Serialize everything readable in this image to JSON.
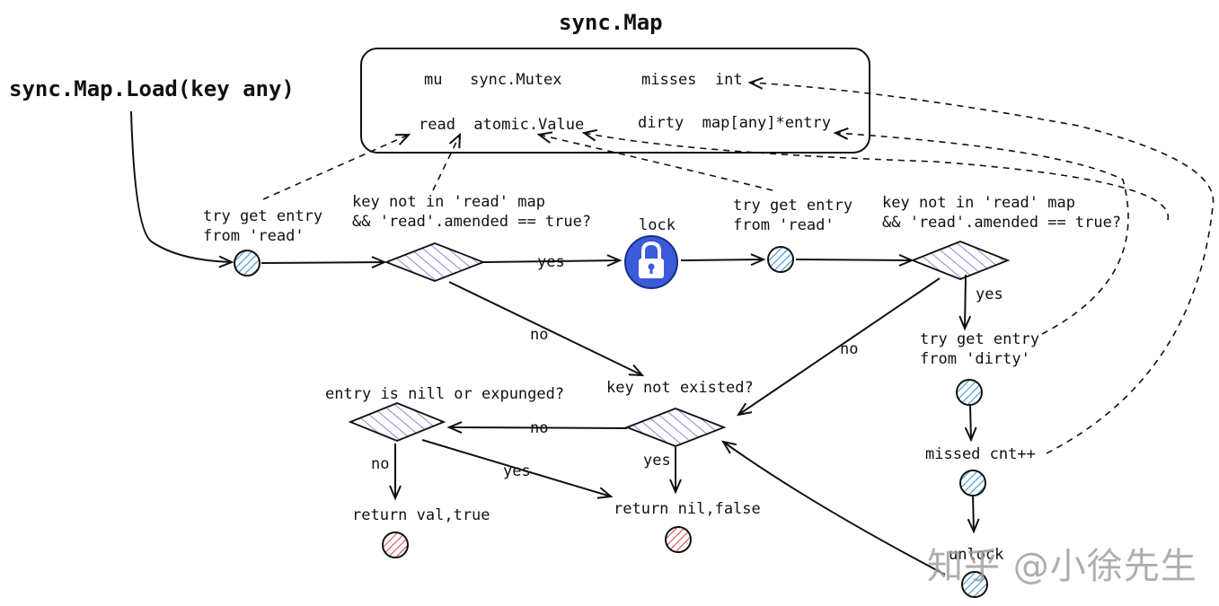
{
  "title": "sync.Map",
  "entry": "sync.Map.Load(key any)",
  "struct": {
    "mu": "mu   sync.Mutex",
    "misses": "misses  int",
    "read": "read  atomic.Value",
    "dirty": "dirty  map[any]*entry"
  },
  "nodes": {
    "try_read_1": "try get entry\nfrom 'read'",
    "check_1": "key not in 'read' map\n&& 'read'.amended == true?",
    "lock": "lock",
    "try_read_2": "try get entry\nfrom 'read'",
    "check_2": "key not in 'read' map\n&& 'read'.amended == true?",
    "try_dirty": "try get entry\nfrom 'dirty'",
    "missed": "missed cnt++",
    "unlock": "unlock",
    "not_existed": "key not existed?",
    "nil_expunged": "entry is nill or expunged?",
    "return_val": "return val,true",
    "return_nil": "return nil,false"
  },
  "edges": {
    "yes_1": "yes",
    "no_1": "no",
    "yes_2": "yes",
    "no_2": "no",
    "no_3": "no",
    "yes_3": "yes",
    "no_4": "no",
    "yes_4": "yes"
  },
  "watermark": "知乎 @小徐先生",
  "colors": {
    "blue_circle": "#2b8fd6",
    "red_circle": "#d64545",
    "diamond_hatch": "#7a5fd6",
    "lock_blue": "#3b5bdb"
  }
}
